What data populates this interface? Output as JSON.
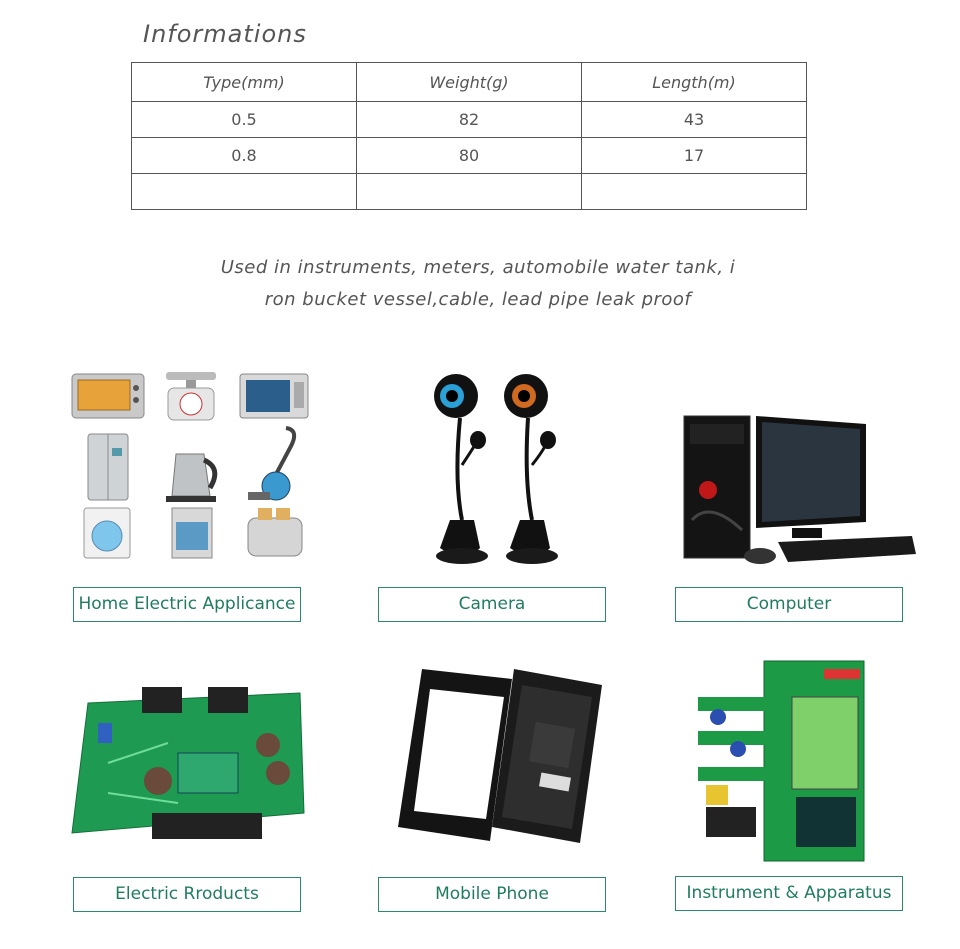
{
  "info": {
    "title": "Informations",
    "headers": [
      "Type(mm)",
      "Weight(g)",
      "Length(m)"
    ],
    "rows": [
      [
        "0.5",
        "82",
        "43"
      ],
      [
        "0.8",
        "80",
        "17"
      ],
      [
        "",
        "",
        ""
      ]
    ]
  },
  "usage": {
    "line1": "Used in instruments, meters, automobile water tank, i",
    "line2": "ron bucket vessel,cable, lead pipe leak proof"
  },
  "applications": [
    {
      "label": "Home Electric Applicance",
      "icon": "home-appliances-icon"
    },
    {
      "label": "Camera",
      "icon": "webcam-icon"
    },
    {
      "label": "Computer",
      "icon": "desktop-computer-icon"
    },
    {
      "label": "Electric Rroducts",
      "icon": "circuit-board-icon"
    },
    {
      "label": "Mobile Phone",
      "icon": "mobile-phone-parts-icon"
    },
    {
      "label": "Instrument & Apparatus",
      "icon": "instrument-board-icon"
    }
  ],
  "colors": {
    "accent": "#1f7d5e",
    "text": "#555555"
  }
}
